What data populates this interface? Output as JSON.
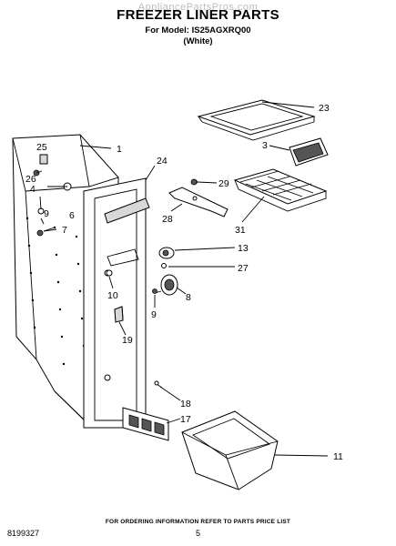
{
  "header": {
    "watermark": "AppliancePartsPros.com",
    "title": "FREEZER LINER PARTS",
    "model_line": "For Model: IS25AGXRQ00",
    "color_line": "(White)"
  },
  "callouts": [
    "1",
    "25",
    "26",
    "4",
    "6",
    "9",
    "7",
    "24",
    "23",
    "3",
    "29",
    "28",
    "31",
    "13",
    "27",
    "10",
    "8",
    "9",
    "19",
    "18",
    "17",
    "11"
  ],
  "footer": {
    "note": "FOR ORDERING INFORMATION REFER TO PARTS PRICE LIST",
    "doc_number": "8199327",
    "page": "5"
  }
}
